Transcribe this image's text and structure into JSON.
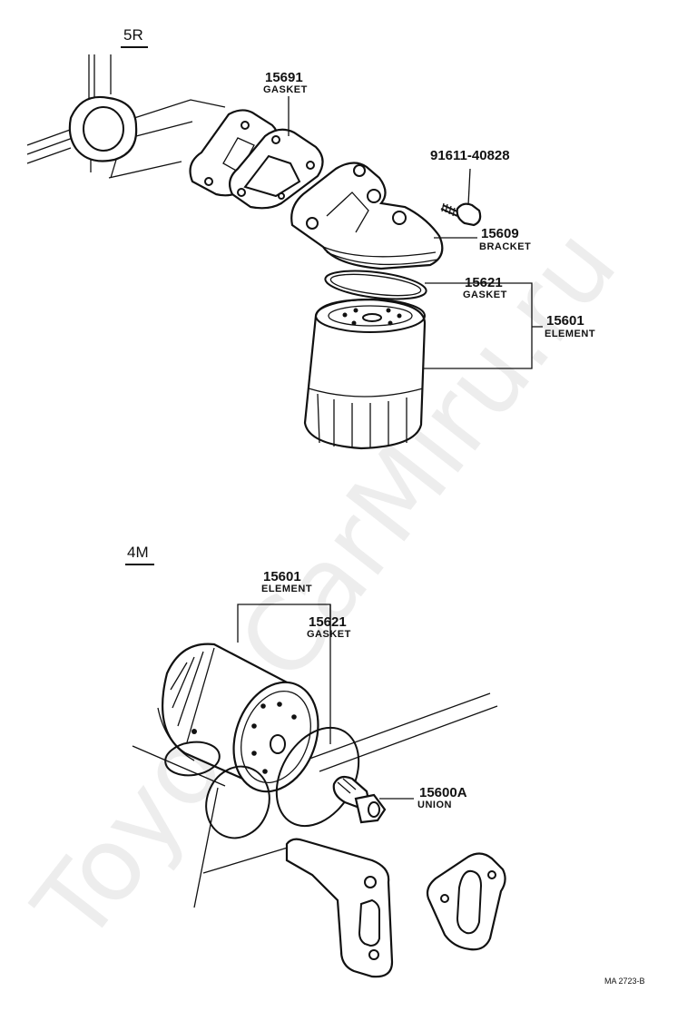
{
  "watermark": "ToyotaCarMiru.ru",
  "sections": [
    {
      "id": "top",
      "label": "5R"
    },
    {
      "id": "bottom",
      "label": "4M"
    }
  ],
  "callouts": {
    "gasket_15691": {
      "number": "15691",
      "name": "GASKET"
    },
    "bolt_91611": {
      "number": "91611-40828"
    },
    "bracket_15609": {
      "number": "15609",
      "name": "BRACKET"
    },
    "gasket_15621_top": {
      "number": "15621",
      "name": "GASKET"
    },
    "element_15601_top": {
      "number": "15601",
      "name": "ELEMENT"
    },
    "element_15601_bottom": {
      "number": "15601",
      "name": "ELEMENT"
    },
    "gasket_15621_bottom": {
      "number": "15621",
      "name": "GASKET"
    },
    "union_15600a": {
      "number": "15600A",
      "name": "UNION"
    }
  },
  "footer": {
    "code": "MA 2723-B"
  }
}
